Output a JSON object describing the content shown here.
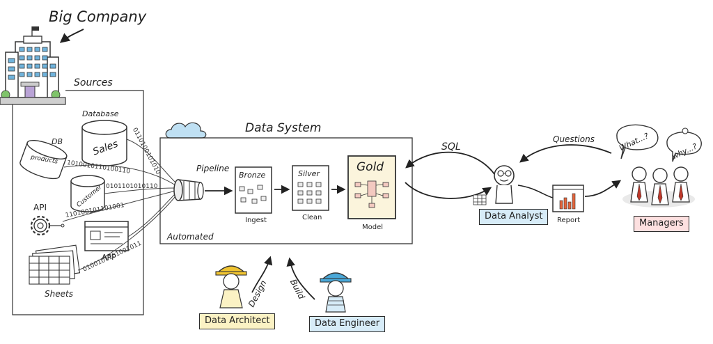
{
  "company": {
    "title": "Big Company"
  },
  "sources": {
    "title": "Sources",
    "database_label": "Database",
    "sales_label": "Sales",
    "db_label": "DB",
    "products_label": "products",
    "customer_label": "Customer",
    "api_label": "API",
    "app_label": "APP",
    "sheets_label": "Sheets"
  },
  "data_system": {
    "title": "Data System",
    "pipeline_label": "Pipeline",
    "automated_label": "Automated",
    "bronze": {
      "title": "Bronze",
      "caption": "Ingest"
    },
    "silver": {
      "title": "Silver",
      "caption": "Clean"
    },
    "gold": {
      "title": "Gold",
      "caption": "Model"
    }
  },
  "consumers": {
    "sql_label": "SQL",
    "questions_label": "Questions",
    "data_analyst_label": "Data Analyst",
    "report_label": "Report",
    "managers_label": "Managers",
    "what_bubble": "What...?",
    "why_bubble": "why...?"
  },
  "roles": {
    "architect_label": "Data Architect",
    "design_label": "Design",
    "engineer_label": "Data Engineer",
    "build_label": "Build"
  },
  "stream_bits": {
    "sales": "0110100101010",
    "products": "1010010110100110",
    "customer": "0101101010110",
    "api": "110100101101001",
    "app": "0100101101001011"
  },
  "colors": {
    "ink": "#222222",
    "cloud": "#bfe0f3",
    "architect_helmet": "#f0c431",
    "engineer_helmet": "#4aa8d8",
    "tie_red": "#c0392b",
    "gold_box": "#fbf4dc",
    "sticky": "#f3c9c0",
    "chart_bar": "#e4643b"
  },
  "icons": [
    "building-icon",
    "cloud-icon",
    "cylinder-database-icon",
    "gear-api-icon",
    "app-window-icon",
    "spreadsheet-icon",
    "pipe-icon",
    "architect-person-icon",
    "engineer-person-icon",
    "analyst-person-icon",
    "report-chart-icon",
    "manager-person-icon",
    "speech-bubble-icon",
    "table-icon"
  ]
}
